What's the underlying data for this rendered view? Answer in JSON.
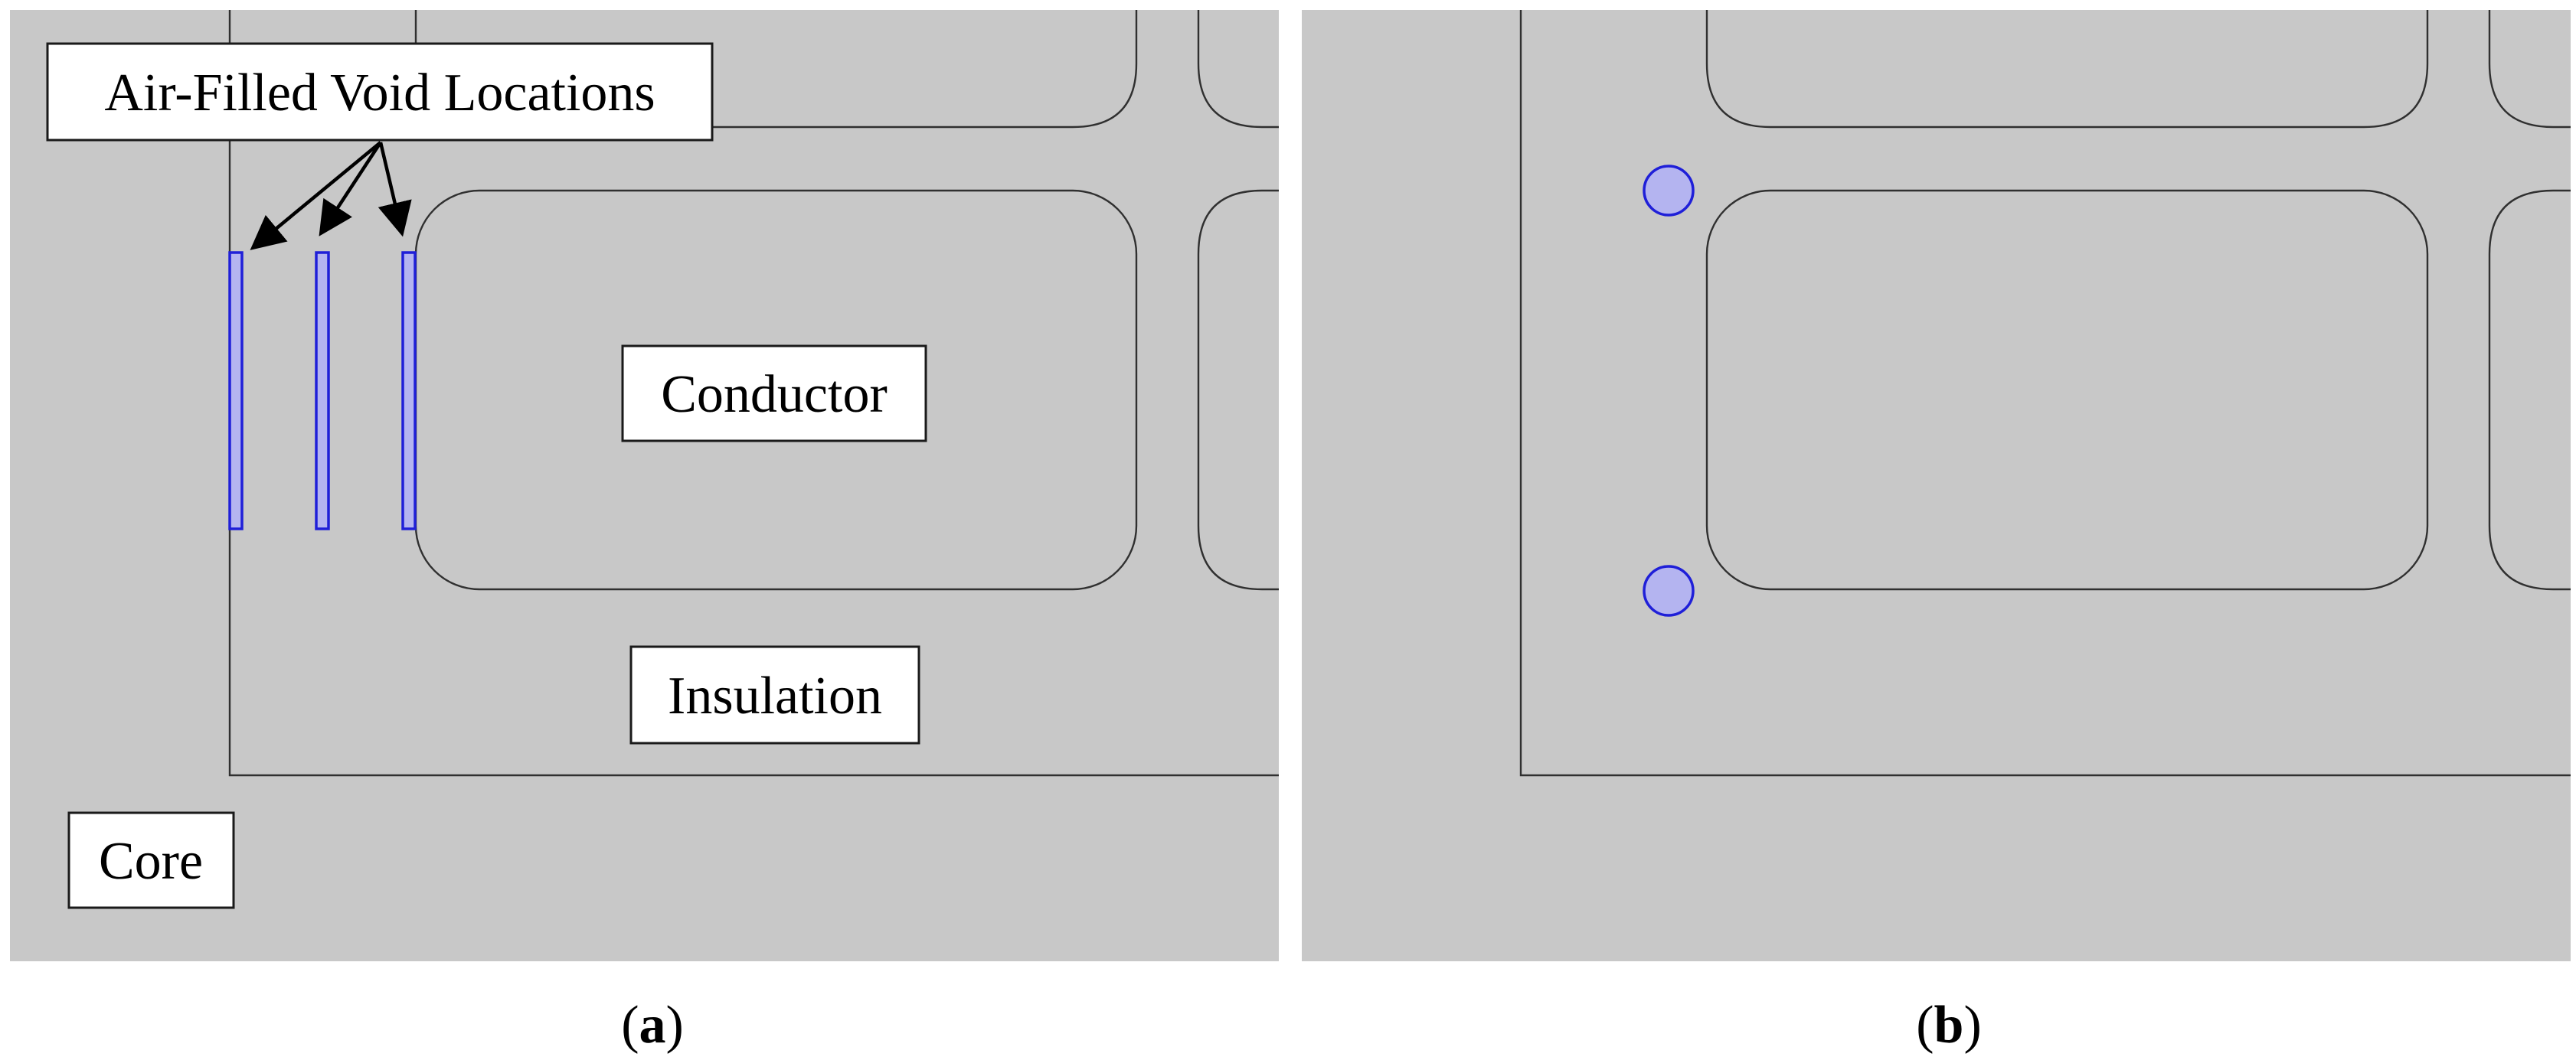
{
  "labels": {
    "void_locations": "Air-Filled Void Locations",
    "conductor": "Conductor",
    "insulation": "Insulation",
    "core": "Core"
  },
  "captions": {
    "a": {
      "open": "(",
      "letter": "a",
      "close": ")"
    },
    "b": {
      "open": "(",
      "letter": "b",
      "close": ")"
    }
  },
  "colors": {
    "background": "#c8c8c8",
    "outline": "#303030",
    "void_fill": "#b4b4f0",
    "void_stroke": "#1f1fd8",
    "label_fill": "#ffffff"
  }
}
